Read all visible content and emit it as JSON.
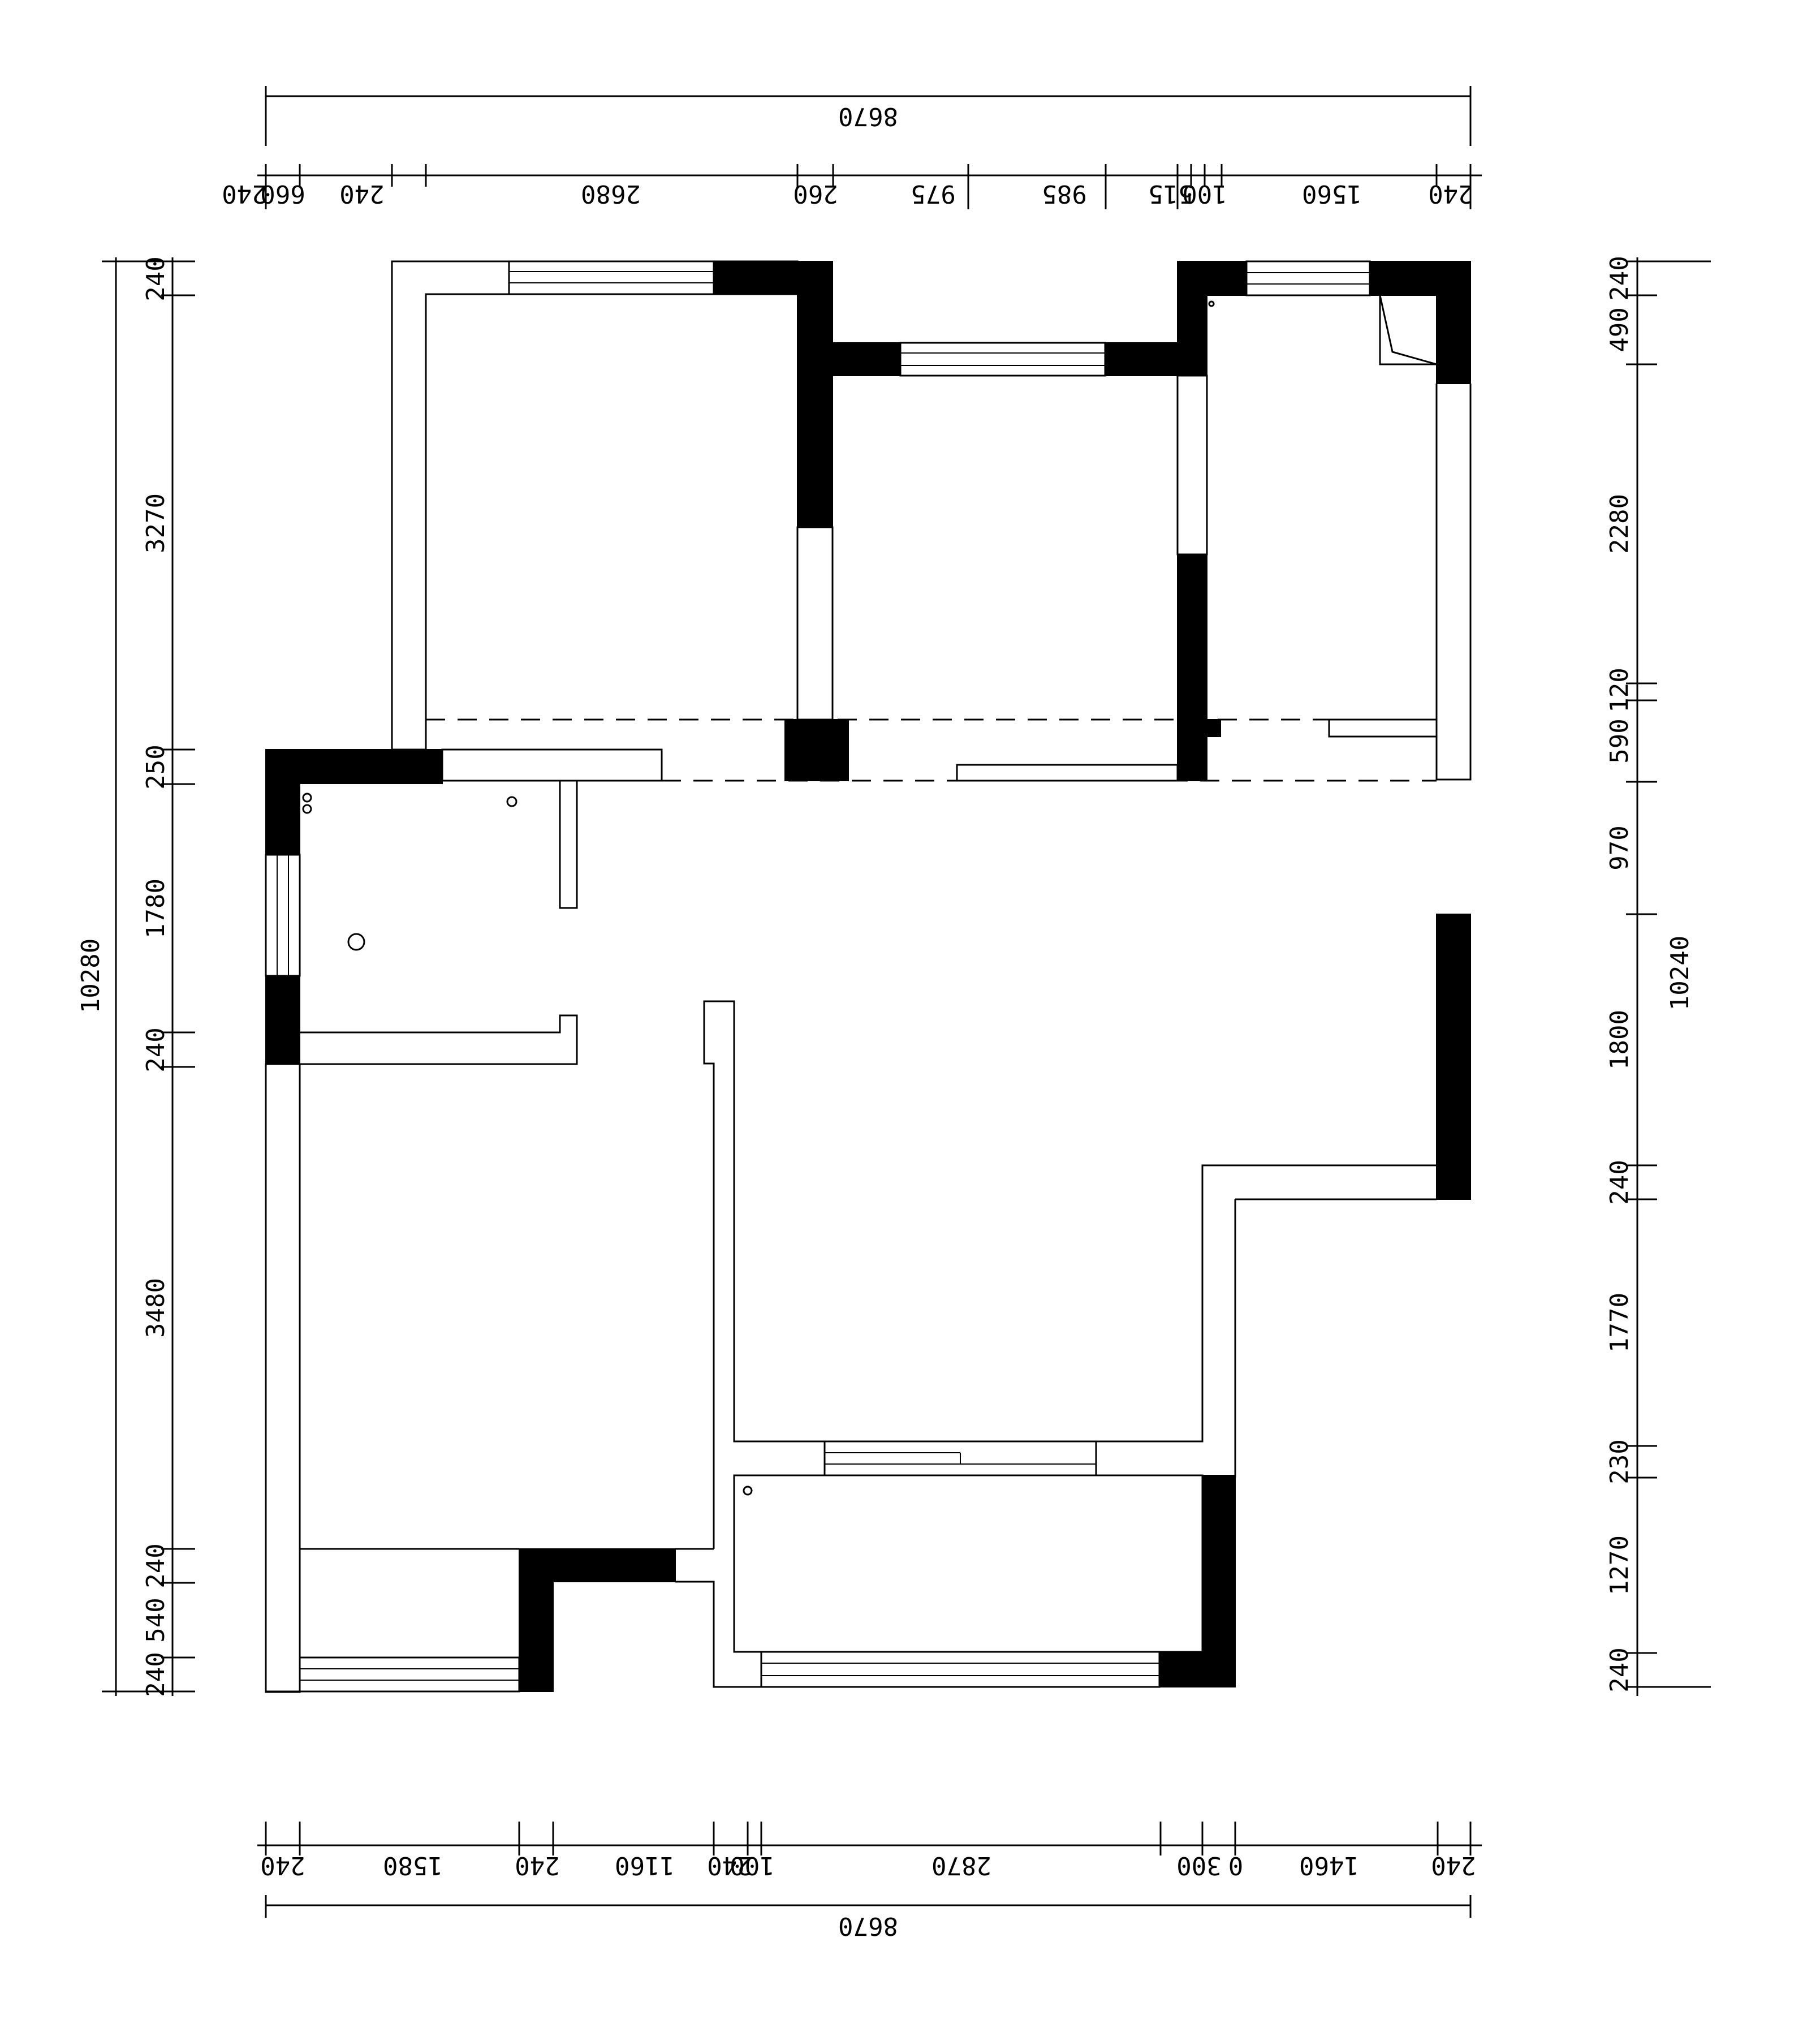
{
  "dimensions": {
    "top_total": "8670",
    "top_segments": [
      "240",
      "660",
      "240",
      "2680",
      "260",
      "975",
      "985",
      "515",
      "100",
      "1560",
      "240"
    ],
    "bottom_total": "8670",
    "bottom_segments": [
      "240",
      "1580",
      "240",
      "1160",
      "240",
      "100",
      "2870",
      "300",
      "0",
      "1460",
      "240"
    ],
    "left_total": "10280",
    "left_segments": [
      "240",
      "3270",
      "250",
      "1780",
      "240",
      "3480",
      "240",
      "540",
      "240"
    ],
    "right_total": "10240",
    "right_segments": [
      "240",
      "490",
      "2280",
      "120",
      "590",
      "970",
      "1800",
      "240",
      "1770",
      "230",
      "1270",
      "240"
    ]
  }
}
